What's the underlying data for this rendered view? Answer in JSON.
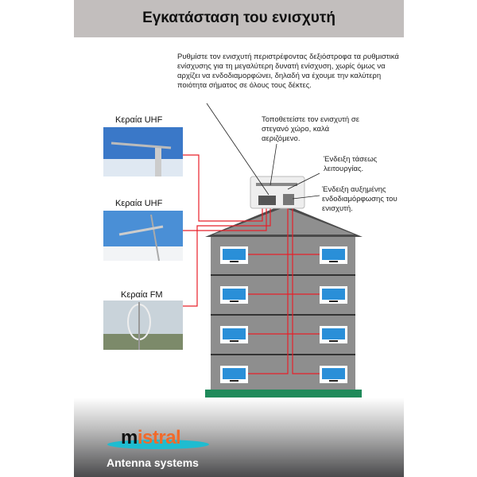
{
  "title": "Εγκατάσταση του ενισχυτή",
  "notes": {
    "adjust": "Ρυθμίστε τον ενισχυτή  περιστρέφοντας δεξιόστροφα τα ρυθμιστικά ενίσχυσης για τη μεγαλύτερη δυνατή ενίσχυση, χωρίς όμως να αρχίζει να ενδοδιαμορφώνει, δηλαδή να έχουμε την καλύτερη ποιότητα σήματος σε όλους τους δέκτες.",
    "placement": "Τοποθετείστε τον ενισχυτή σε στεγανό χώρο, καλά αεριζόμενο.",
    "voltage": "Ένδειξη τάσεως λειτουργίας.",
    "intermod": "Ένδειξη  αυξημένης ενδοδιαμόρφωσης του ενισχυτή."
  },
  "antennas": [
    {
      "label": "Κεραία UHF"
    },
    {
      "label": "Κεραία UHF"
    },
    {
      "label": "Κεραία FM"
    }
  ],
  "logo": {
    "text_m": "m",
    "text_rest": "istral",
    "tagline": "Antenna systems"
  },
  "colors": {
    "cable": "#e8202a",
    "ground": "#1f8a5a",
    "logo_accent": "#f26a2a",
    "logo_ellipse": "#1fbcd0"
  }
}
